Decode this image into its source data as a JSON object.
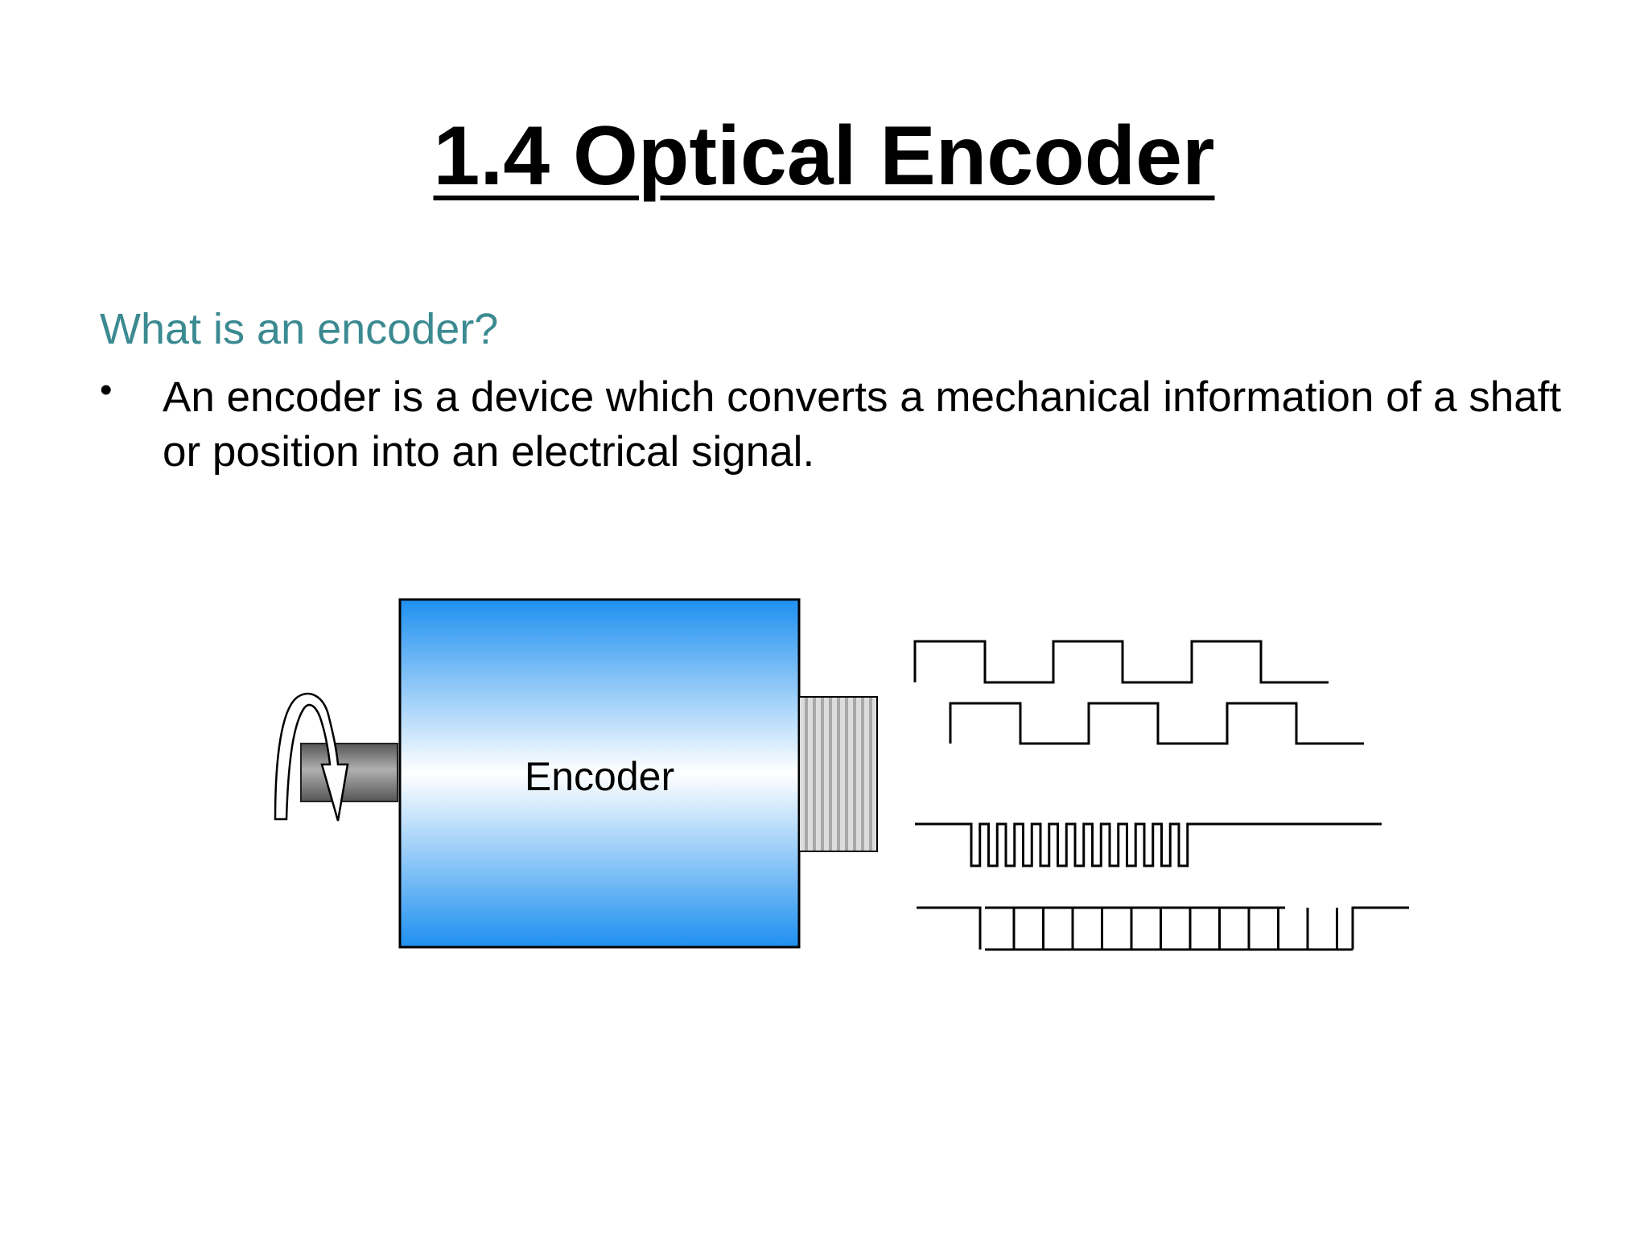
{
  "slide": {
    "title": "1.4 Optical Encoder",
    "subtitle": "What is an encoder?",
    "bullet_symbol": "•",
    "bullet_text": "An encoder is a device which converts a mechanical information of a shaft or position into an electrical signal."
  },
  "diagram": {
    "encoder_label": "Encoder",
    "icons": [
      "rotation-arrow-icon",
      "shaft",
      "encoder-body",
      "encoder-disk",
      "output-waveforms"
    ],
    "colors": {
      "body_top": "#1e90f0",
      "body_mid": "#ffffff",
      "shaft_dark": "#555555",
      "shaft_light": "#b0b0b0",
      "disk": "#c8c8c8",
      "waveform": "#000000"
    }
  }
}
